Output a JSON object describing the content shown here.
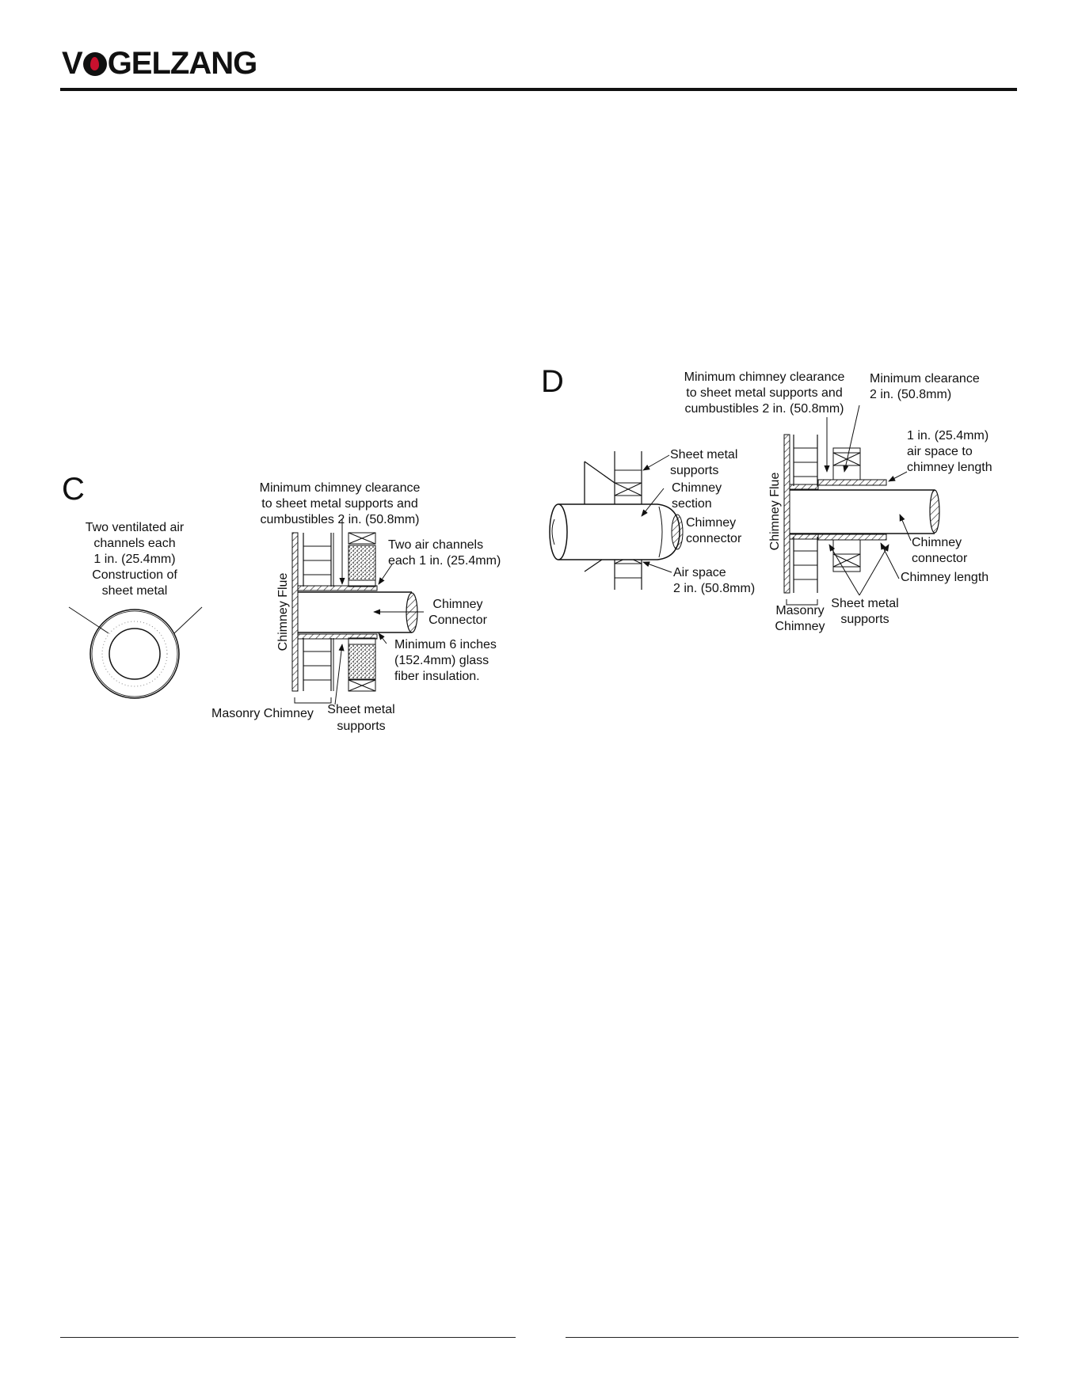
{
  "header": {
    "brand_prefix": "V",
    "brand_suffix": "GELZANG",
    "brand_mark": "flame-in-o"
  },
  "figure_c": {
    "letter": "C",
    "labels": {
      "two_ventilated_1": "Two ventilated air",
      "two_ventilated_2": "channels each",
      "two_ventilated_3": "1 in. (25.4mm)",
      "two_ventilated_4": "Construction of",
      "two_ventilated_5": "sheet metal",
      "min_clear_1": "Minimum chimney clearance",
      "min_clear_2": "to sheet metal supports and",
      "min_clear_3": "cumbustibles 2 in. (50.8mm)",
      "air_channels_1": "Two air channels",
      "air_channels_2": "each 1 in. (25.4mm)",
      "chimney_flue": "Chimney Flue",
      "connector_1": "Chimney",
      "connector_2": "Connector",
      "insulation_1": "Minimum 6 inches",
      "insulation_2": "(152.4mm) glass",
      "insulation_3": "fiber insulation.",
      "masonry": "Masonry Chimney",
      "supports_1": "Sheet metal",
      "supports_2": "supports"
    }
  },
  "figure_d": {
    "letter": "D",
    "labels": {
      "min_clear_1": "Minimum chimney clearance",
      "min_clear_2": "to sheet metal supports and",
      "min_clear_3": "cumbustibles 2 in. (50.8mm)",
      "min_clearance_1": "Minimum clearance",
      "min_clearance_2": "2 in. (50.8mm)",
      "air_space_len_1": "1 in. (25.4mm)",
      "air_space_len_2": "air space to",
      "air_space_len_3": "chimney length",
      "sm_supports_1": "Sheet metal",
      "sm_supports_2": "supports",
      "section_1": "Chimney",
      "section_2": "section",
      "connector_a_1": "Chimney",
      "connector_a_2": "connector",
      "air_space_1": "Air space",
      "air_space_2": "2 in. (50.8mm)",
      "chimney_flue": "Chimney Flue",
      "connector_b_1": "Chimney",
      "connector_b_2": "connector",
      "chimney_length": "Chimney length",
      "masonry_1": "Masonry",
      "masonry_2": "Chimney",
      "supports_b_1": "Sheet metal",
      "supports_b_2": "supports"
    }
  },
  "footer": {
    "code": ""
  }
}
